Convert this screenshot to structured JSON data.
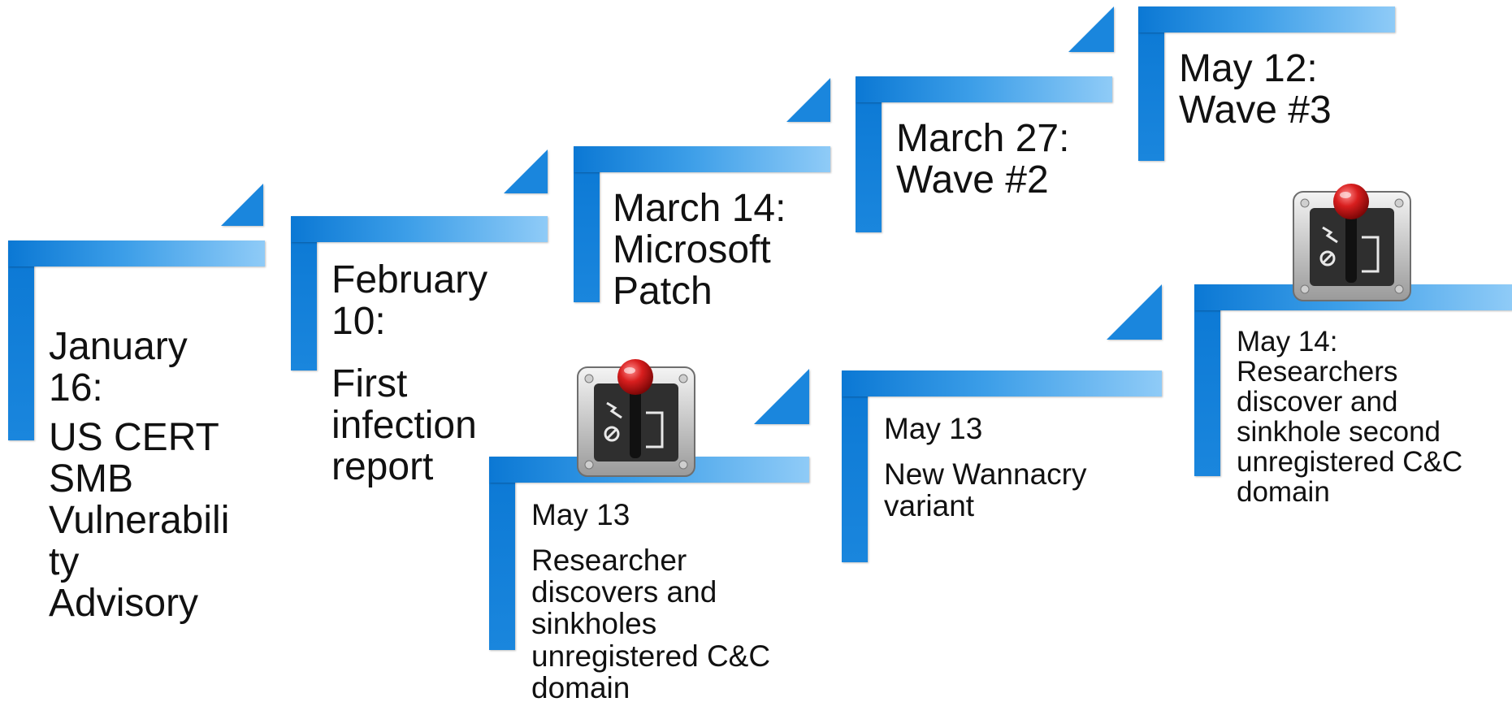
{
  "timeline": [
    {
      "id": "jan16",
      "date": "January\n16:",
      "event": "US CERT\nSMB\nVulnerabili\nty\nAdvisory"
    },
    {
      "id": "feb10",
      "date": "February\n10:",
      "event": "First\ninfection\nreport"
    },
    {
      "id": "mar14",
      "date": "March 14:\nMicrosoft\nPatch",
      "event": ""
    },
    {
      "id": "mar27",
      "date": "March 27:\nWave #2",
      "event": ""
    },
    {
      "id": "may12",
      "date": "May 12:\nWave #3",
      "event": ""
    },
    {
      "id": "may13a",
      "date": "May 13",
      "event": "Researcher\ndiscovers and\nsinkholes\nunregistered C&C\ndomain"
    },
    {
      "id": "may13b",
      "date": "May 13",
      "event": "New Wannacry\nvariant"
    },
    {
      "id": "may14",
      "date": "May 14:\nResearchers\ndiscover and\nsinkhole second\nunregistered C&C\ndomain",
      "event": ""
    }
  ],
  "icons": [
    "kill-switch-icon",
    "kill-switch-icon"
  ],
  "colors": {
    "bar": "#0b78d4",
    "bar_light": "#8fcbf7",
    "text": "#111111",
    "knob": "#c81e1e"
  }
}
